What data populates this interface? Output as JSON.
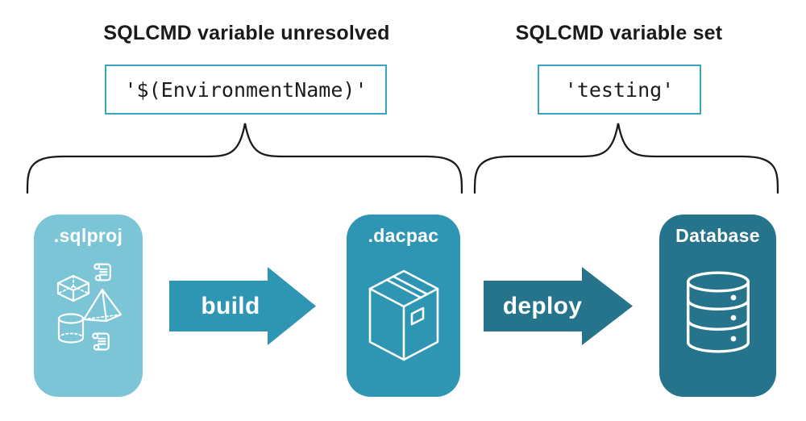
{
  "title_groups": {
    "unresolved": {
      "heading": "SQLCMD variable unresolved",
      "code": "'$(EnvironmentName)'"
    },
    "set": {
      "heading": "SQLCMD variable set",
      "code": "'testing'"
    }
  },
  "pipeline": {
    "nodes": {
      "sqlproj": {
        "label": ".sqlproj",
        "icon": "sql-objects-icon"
      },
      "dacpac": {
        "label": ".dacpac",
        "icon": "package-icon"
      },
      "database": {
        "label": "Database",
        "icon": "database-icon"
      }
    },
    "arrows": {
      "build": {
        "label": "build"
      },
      "deploy": {
        "label": "deploy"
      }
    }
  },
  "colors": {
    "background": "#FFFFFF",
    "ink": "#1A1A1A",
    "code_border": "#38A3C2",
    "code_text": "#1C1C1C",
    "node_sqlproj": "#7BC5D7",
    "node_dacpac": "#2E96B3",
    "node_database": "#26748B",
    "arrow_build": "#2E96B3",
    "arrow_deploy": "#26748B",
    "icon_stroke": "#FFFFFF",
    "label_text": "#FFFFFF"
  }
}
